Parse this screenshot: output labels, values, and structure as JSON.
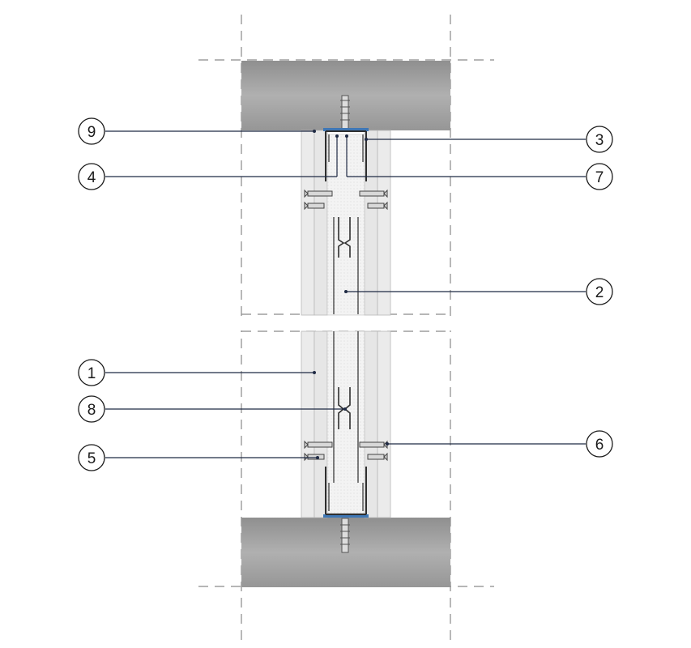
{
  "diagram": {
    "callouts": [
      {
        "id": "callout-9",
        "label": "9"
      },
      {
        "id": "callout-4",
        "label": "4"
      },
      {
        "id": "callout-1",
        "label": "1"
      },
      {
        "id": "callout-8",
        "label": "8"
      },
      {
        "id": "callout-5",
        "label": "5"
      },
      {
        "id": "callout-3",
        "label": "3"
      },
      {
        "id": "callout-7",
        "label": "7"
      },
      {
        "id": "callout-2",
        "label": "2"
      },
      {
        "id": "callout-6",
        "label": "6"
      }
    ],
    "colors": {
      "slab": "#a8a8a8",
      "board": "#eaeaea",
      "board_line": "#b5b5b5",
      "insulation": "#f2f2f2",
      "profile": "#2f2f2f",
      "seal_tape": "#3f77b5",
      "leader": "#1f2a44",
      "dash": "#8a8a8a"
    }
  }
}
